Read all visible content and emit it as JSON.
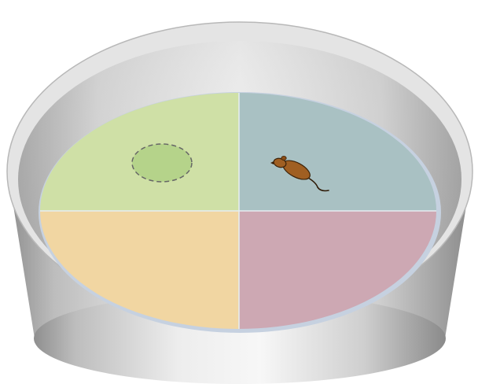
{
  "colors": {
    "background": "#ffffff",
    "pool_wall_light": "#f2f2f2",
    "pool_wall_mid": "#c8c8c8",
    "pool_wall_dark": "#8e8e8e",
    "rim_top": "#e6e6e6",
    "water_edge": "#c9d3e2",
    "quadrant_top_left": "#cfe0a6",
    "quadrant_top_right": "#a9c1c3",
    "quadrant_bottom_left": "#f1d6a2",
    "quadrant_bottom_right": "#cda8b3",
    "platform_fill": "#b5d38a",
    "platform_outline": "#666666",
    "mouse_body": "#a05f22",
    "mouse_outline": "#3c2208",
    "divider": "#e6eef2"
  },
  "diagram": {
    "quadrants": [
      {
        "position": "top-left",
        "contains_platform": true
      },
      {
        "position": "top-right",
        "contains_mouse": true
      },
      {
        "position": "bottom-left"
      },
      {
        "position": "bottom-right"
      }
    ],
    "platform": {
      "style": "dashed-circle",
      "quadrant": "top-left"
    },
    "subject": {
      "kind": "mouse-icon",
      "quadrant": "top-right"
    }
  }
}
